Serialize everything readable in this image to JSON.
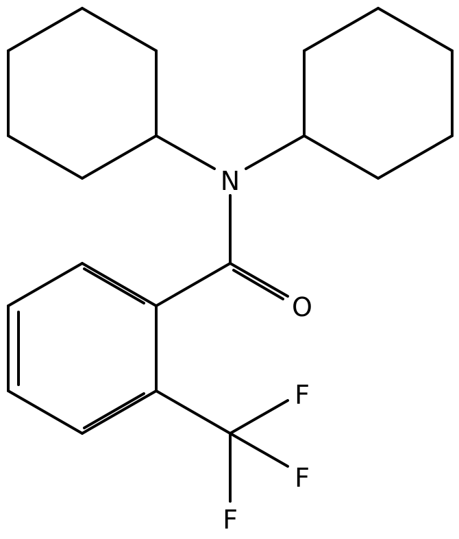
{
  "atoms": {
    "nitrogen": "N",
    "oxygen": "O",
    "fluorine_1": "F",
    "fluorine_2": "F",
    "fluorine_3": "F"
  }
}
